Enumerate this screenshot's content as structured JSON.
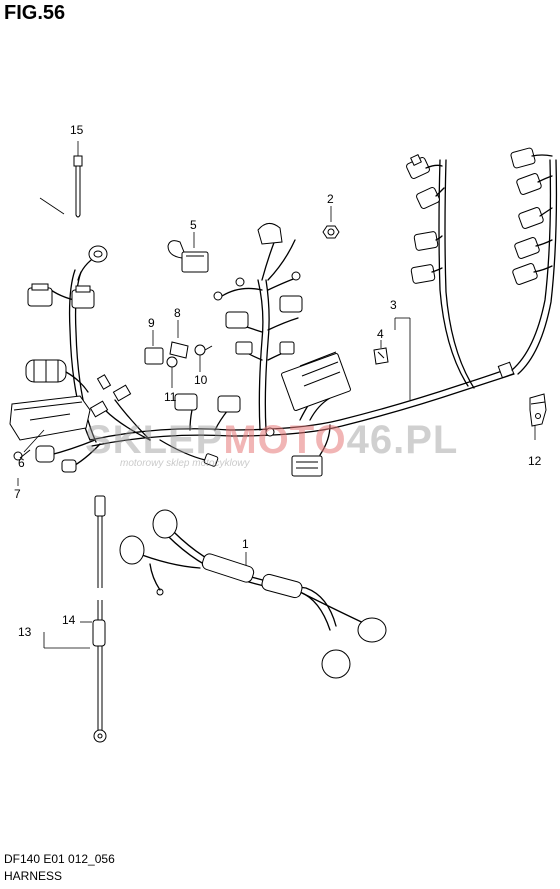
{
  "figure": {
    "title": "FIG.56",
    "code": "DF140 E01 012_056",
    "name": "HARNESS"
  },
  "watermark": {
    "brand_start": "SKLEP",
    "brand_accent": "MOTO",
    "brand_end": "46.PL",
    "tagline": "motorowy sklep motocyklowy"
  },
  "callouts": {
    "p1": "1",
    "p2": "2",
    "p3": "3",
    "p4": "4",
    "p5": "5",
    "p6": "6",
    "p7": "7",
    "p8": "8",
    "p9": "9",
    "p10": "10",
    "p11": "11",
    "p12": "12",
    "p13": "13",
    "p14": "14",
    "p15": "15"
  }
}
